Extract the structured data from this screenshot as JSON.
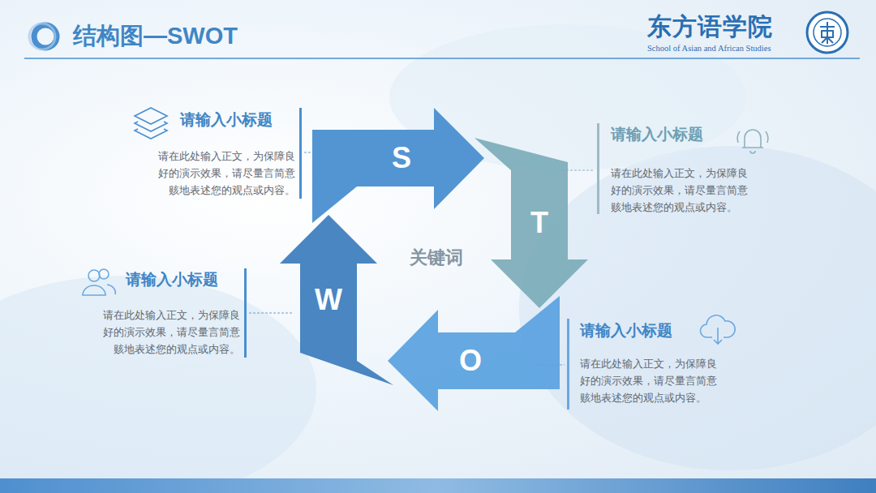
{
  "diagram": {
    "title": "结构图—SWOT",
    "nodes": [
      {
        "text": [
          "S"
        ]
      },
      {
        "text": [
          "T"
        ]
      },
      {
        "text": [
          "O"
        ]
      },
      {
        "text": [
          "W"
        ]
      }
    ],
    "labels": [
      "东方语学院",
      "School of Asian and African Studies",
      "请输入小标题",
      "请在此处输入正文，为保障良 好的演示效果，请尽量言简意 赅地表述您的观点或内容。",
      "请输入小标题",
      "请在此处输入正文，为保障良 好的演示效果，请尽量言简意 赅地表述您的观点或内容。",
      "关键词",
      "请输入小标题",
      "请在此处输入正文，为保障良 好的演示效果，请尽量言简意 赅地表述您的观点或内容。",
      "请输入小标题",
      "请在此处输入正文，为保障良 好的演示效果，请尽量言简意 赅地表述您的观点或内容。"
    ]
  }
}
